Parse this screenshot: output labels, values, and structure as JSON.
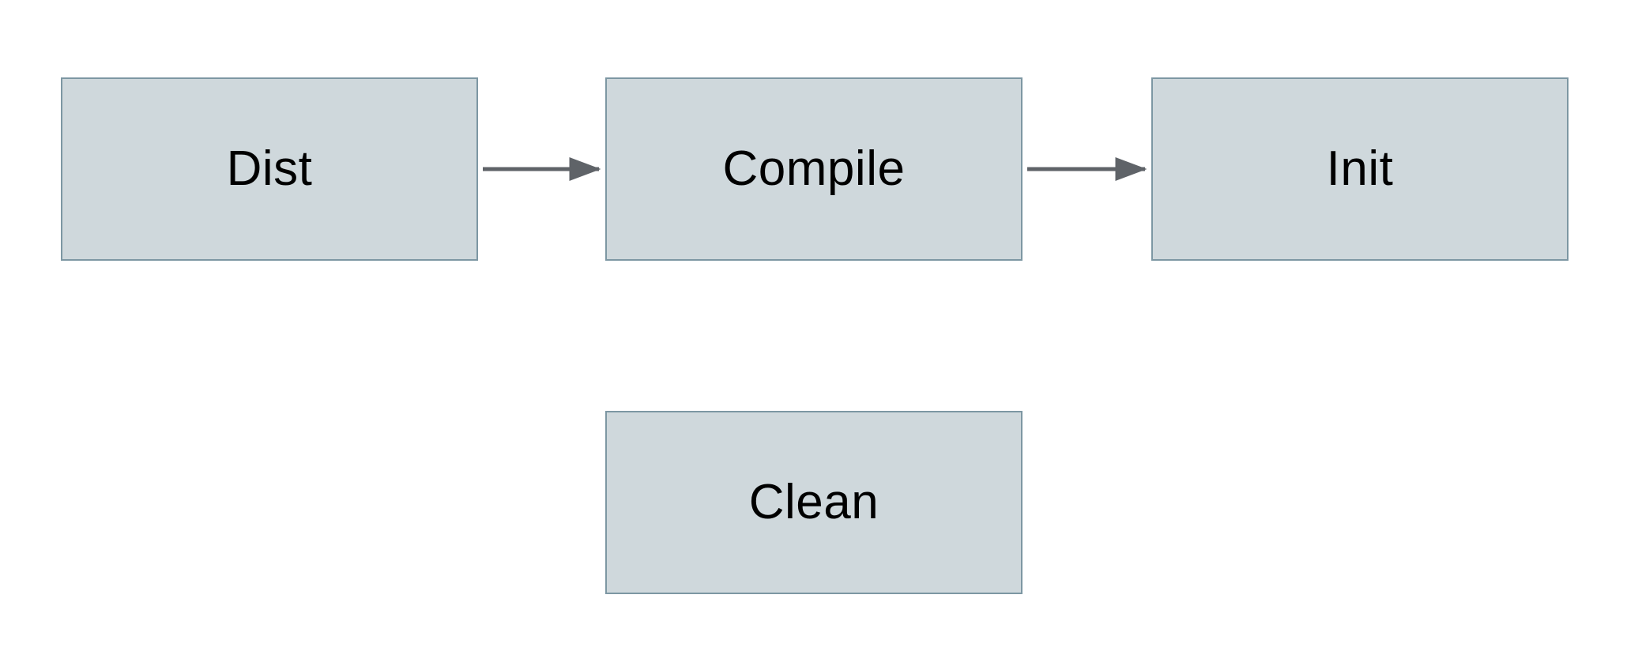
{
  "diagram": {
    "type": "flowchart",
    "background": "#ffffff",
    "nodes": [
      {
        "id": "dist",
        "label": "Dist"
      },
      {
        "id": "compile",
        "label": "Compile"
      },
      {
        "id": "init",
        "label": "Init"
      },
      {
        "id": "clean",
        "label": "Clean"
      }
    ],
    "edges": [
      {
        "from": "dist",
        "to": "compile",
        "direction": "right"
      },
      {
        "from": "compile",
        "to": "init",
        "direction": "right"
      }
    ],
    "colors": {
      "background": "#ffffff",
      "node_fill": "#cfd8dc",
      "node_border": "#7d97a3",
      "arrow": "#5f6368",
      "text": "#000000"
    }
  }
}
